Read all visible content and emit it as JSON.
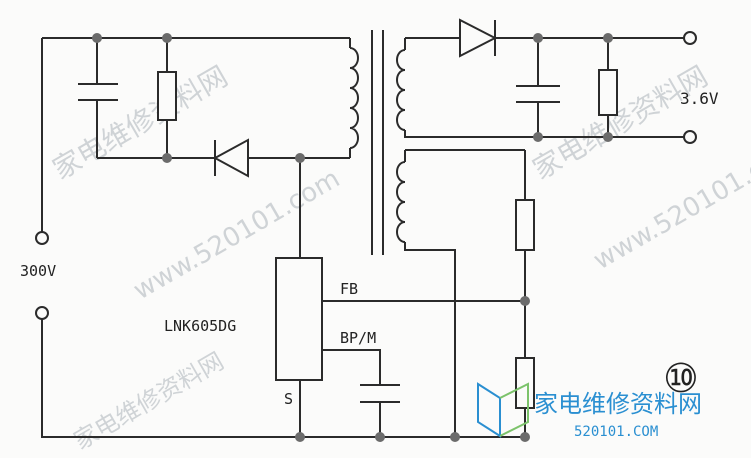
{
  "labels": {
    "input_voltage": "300V",
    "output_voltage": "3.6V",
    "ic_part": "LNK605DG",
    "pin_fb": "FB",
    "pin_bpm": "BP/M",
    "pin_s": "S",
    "figure_number": "⑩"
  },
  "watermark": {
    "text_cn": "家电维修资料网",
    "text_url": "www.520101.com"
  },
  "logo": {
    "text_cn": "家电维修资料网",
    "text_num": "520101.COM"
  },
  "colors": {
    "wire": "#2b2b2b",
    "logo": "#2a8fd1",
    "watermark": "#cfd3d6"
  }
}
